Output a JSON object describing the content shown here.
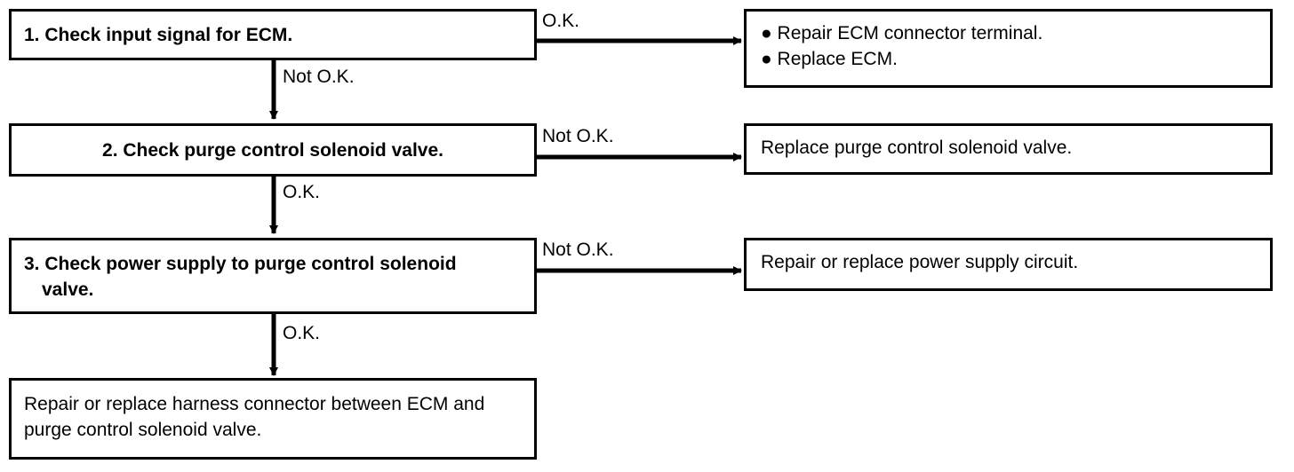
{
  "steps": [
    {
      "text": "1. Check input signal for ECM."
    },
    {
      "text": "2. Check purge control solenoid valve."
    },
    {
      "text": "3. Check power supply to purge control solenoid valve."
    }
  ],
  "final_step": {
    "text": "Repair or replace harness connector between ECM and purge control solenoid valve."
  },
  "actions": [
    {
      "bullet": "●",
      "lines": [
        "Repair ECM connector terminal.",
        "Replace ECM."
      ]
    },
    {
      "text": "Replace purge control solenoid valve."
    },
    {
      "text": "Repair or replace power supply circuit."
    }
  ],
  "labels": {
    "step1_right": "O.K.",
    "step1_down": "Not O.K.",
    "step2_right": "Not O.K.",
    "step2_down": "O.K.",
    "step3_right": "Not O.K.",
    "step3_down": "O.K."
  }
}
